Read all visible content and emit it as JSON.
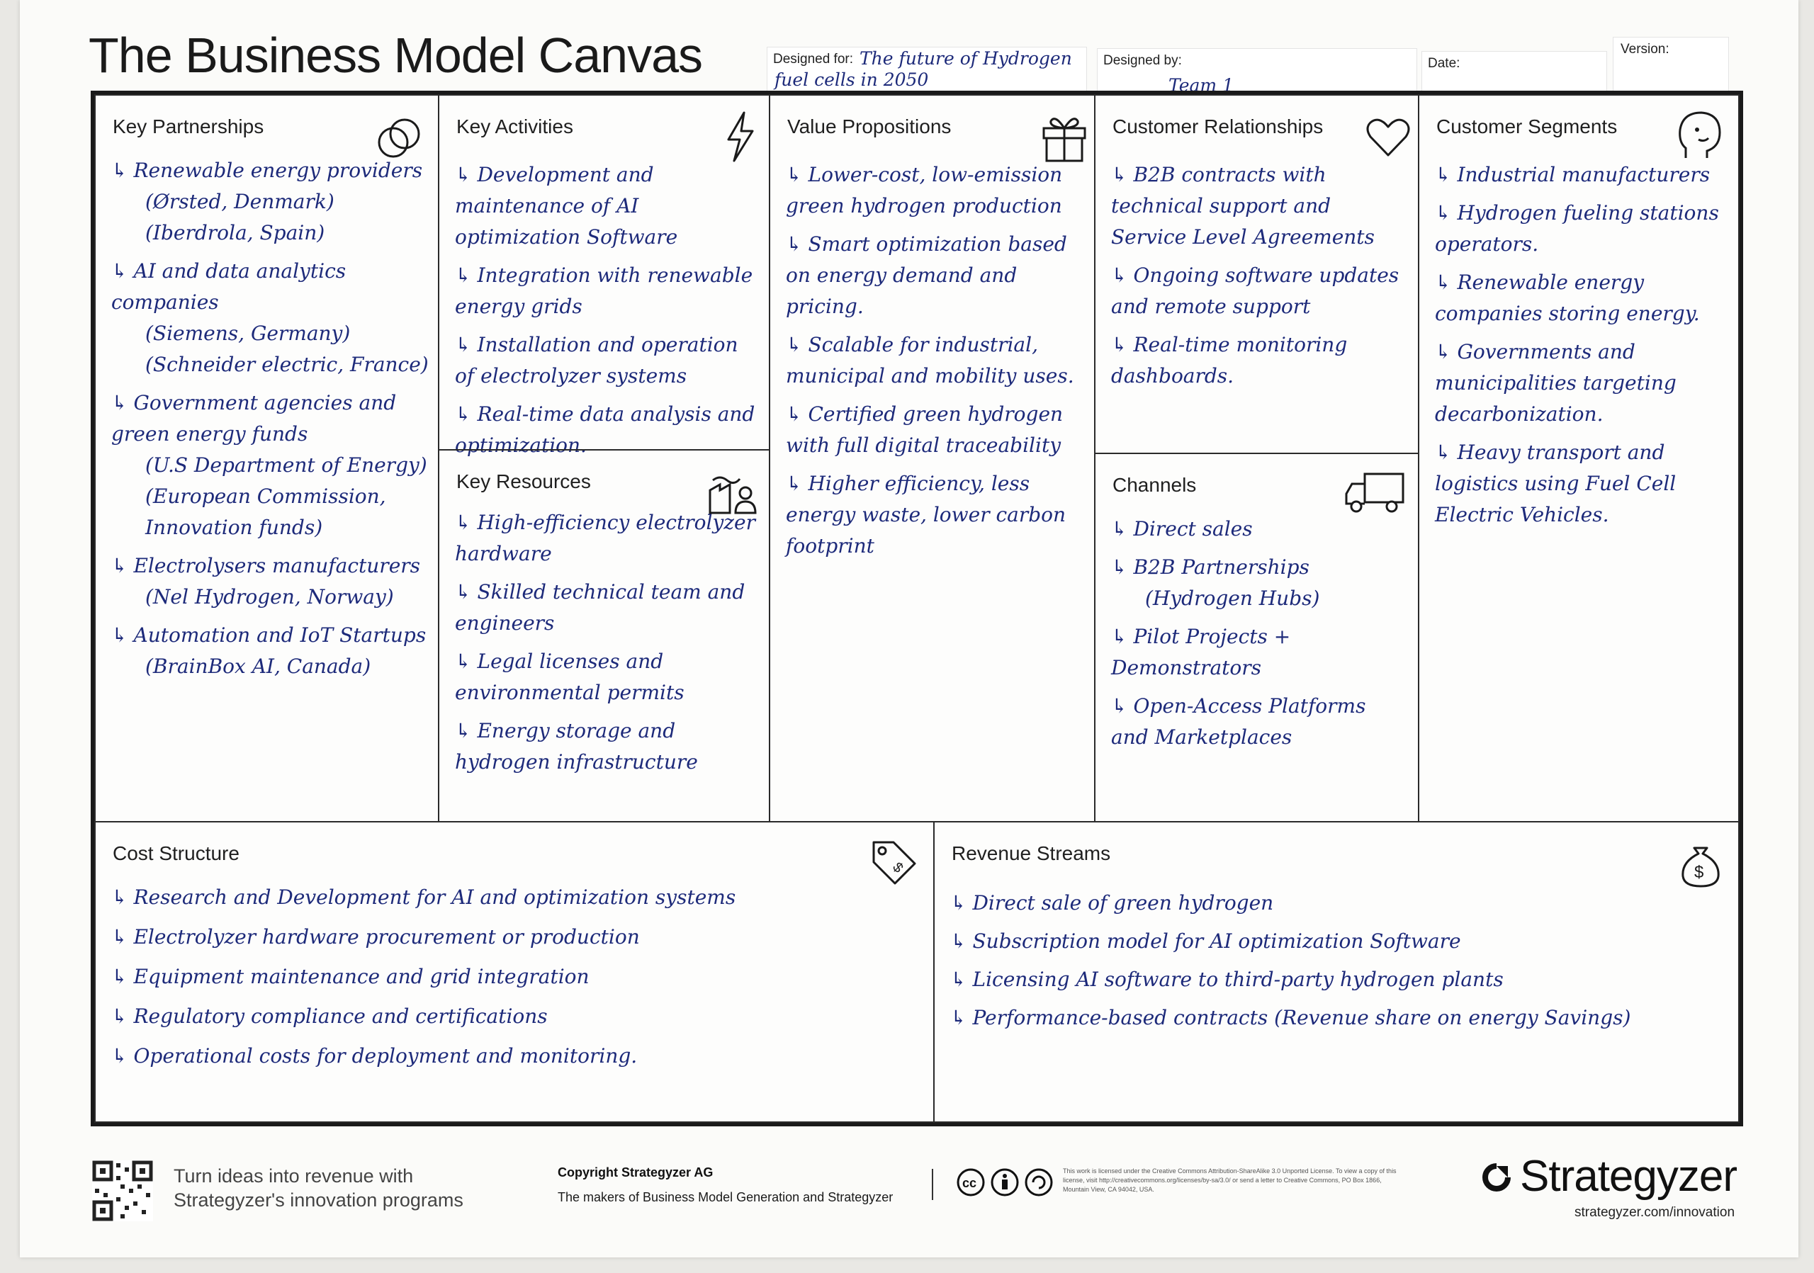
{
  "header": {
    "title": "The Business Model Canvas",
    "designed_for_label": "Designed for:",
    "designed_for_lines": [
      "The future of Hydrogen",
      "fuel cells in 2050"
    ],
    "designed_by_label": "Designed by:",
    "designed_by_value": "Team 1",
    "date_label": "Date:",
    "version_label": "Version:"
  },
  "blocks": {
    "key_partnerships": {
      "title": "Key Partnerships",
      "icon": "link-icon",
      "items": [
        {
          "text": "Renewable energy providers",
          "sub": [
            "(Ørsted, Denmark)",
            "(Iberdrola, Spain)"
          ]
        },
        {
          "text": "AI and data analytics companies",
          "sub": [
            "(Siemens, Germany)",
            "(Schneider electric, France)"
          ]
        },
        {
          "text": "Government agencies and green energy funds",
          "sub": [
            "(U.S Department of Energy)",
            "(European Commission, Innovation funds)"
          ]
        },
        {
          "text": "Electrolysers manufacturers",
          "sub": [
            "(Nel Hydrogen, Norway)"
          ]
        },
        {
          "text": "Automation and IoT Startups",
          "sub": [
            "(BrainBox AI, Canada)"
          ]
        }
      ]
    },
    "key_activities": {
      "title": "Key Activities",
      "icon": "lightning-icon",
      "items": [
        {
          "text": "Development and maintenance of AI optimization Software"
        },
        {
          "text": "Integration with renewable energy grids"
        },
        {
          "text": "Installation and operation of electrolyzer systems"
        },
        {
          "text": "Real-time data analysis and optimization."
        }
      ]
    },
    "key_resources": {
      "title": "Key Resources",
      "icon": "factory-worker-icon",
      "items": [
        {
          "text": "High-efficiency electrolyzer hardware"
        },
        {
          "text": "Skilled technical team and engineers"
        },
        {
          "text": "Legal licenses and environmental permits"
        },
        {
          "text": "Energy storage and hydrogen infrastructure"
        }
      ]
    },
    "value_propositions": {
      "title": "Value Propositions",
      "icon": "gift-icon",
      "items": [
        {
          "text": "Lower-cost, low-emission green hydrogen production"
        },
        {
          "text": "Smart optimization based on energy demand and pricing."
        },
        {
          "text": "Scalable for industrial, municipal and mobility uses."
        },
        {
          "text": "Certified green hydrogen with full digital traceability"
        },
        {
          "text": "Higher efficiency, less energy waste, lower carbon footprint"
        }
      ]
    },
    "customer_relationships": {
      "title": "Customer Relationships",
      "icon": "heart-icon",
      "items": [
        {
          "text": "B2B contracts with technical support and Service Level Agreements"
        },
        {
          "text": "Ongoing software updates and remote support"
        },
        {
          "text": "Real-time monitoring dashboards."
        }
      ]
    },
    "channels": {
      "title": "Channels",
      "icon": "truck-icon",
      "items": [
        {
          "text": "Direct sales"
        },
        {
          "text": "B2B Partnerships",
          "sub": [
            "(Hydrogen Hubs)"
          ]
        },
        {
          "text": "Pilot Projects + Demonstrators"
        },
        {
          "text": "Open-Access Platforms and Marketplaces"
        }
      ]
    },
    "customer_segments": {
      "title": "Customer Segments",
      "icon": "face-icon",
      "items": [
        {
          "text": "Industrial manufacturers"
        },
        {
          "text": "Hydrogen fueling stations operators."
        },
        {
          "text": "Renewable energy companies storing energy."
        },
        {
          "text": "Governments and municipalities targeting decarbonization."
        },
        {
          "text": "Heavy transport and logistics using Fuel Cell Electric Vehicles."
        }
      ]
    },
    "cost_structure": {
      "title": "Cost Structure",
      "icon": "price-tag-icon",
      "items": [
        {
          "text": "Research and Development for AI and optimization systems"
        },
        {
          "text": "Electrolyzer hardware procurement or production"
        },
        {
          "text": "Equipment maintenance and grid integration"
        },
        {
          "text": "Regulatory compliance and certifications"
        },
        {
          "text": "Operational costs for deployment and monitoring."
        }
      ]
    },
    "revenue_streams": {
      "title": "Revenue Streams",
      "icon": "money-bag-icon",
      "items": [
        {
          "text": "Direct sale of green hydrogen"
        },
        {
          "text": "Subscription model for AI optimization Software"
        },
        {
          "text": "Licensing AI software to third-party hydrogen plants"
        },
        {
          "text": "Performance-based contracts (Revenue share on energy Savings)"
        }
      ]
    }
  },
  "footer": {
    "promo_line1": "Turn ideas into revenue with",
    "promo_line2": "Strategyzer's innovation programs",
    "copyright": "Copyright Strategyzer AG",
    "makers": "The makers of Business Model Generation and Strategyzer",
    "license_text": "This work is licensed under the Creative Commons Attribution-ShareAlike 3.0 Unported License. To view a copy of this license, visit http://creativecommons.org/licenses/by-sa/3.0/ or send a letter to Creative Commons, PO Box 1866, Mountain View, CA 94042, USA.",
    "brand": "Strategyzer",
    "brand_url": "strategyzer.com/innovation"
  }
}
